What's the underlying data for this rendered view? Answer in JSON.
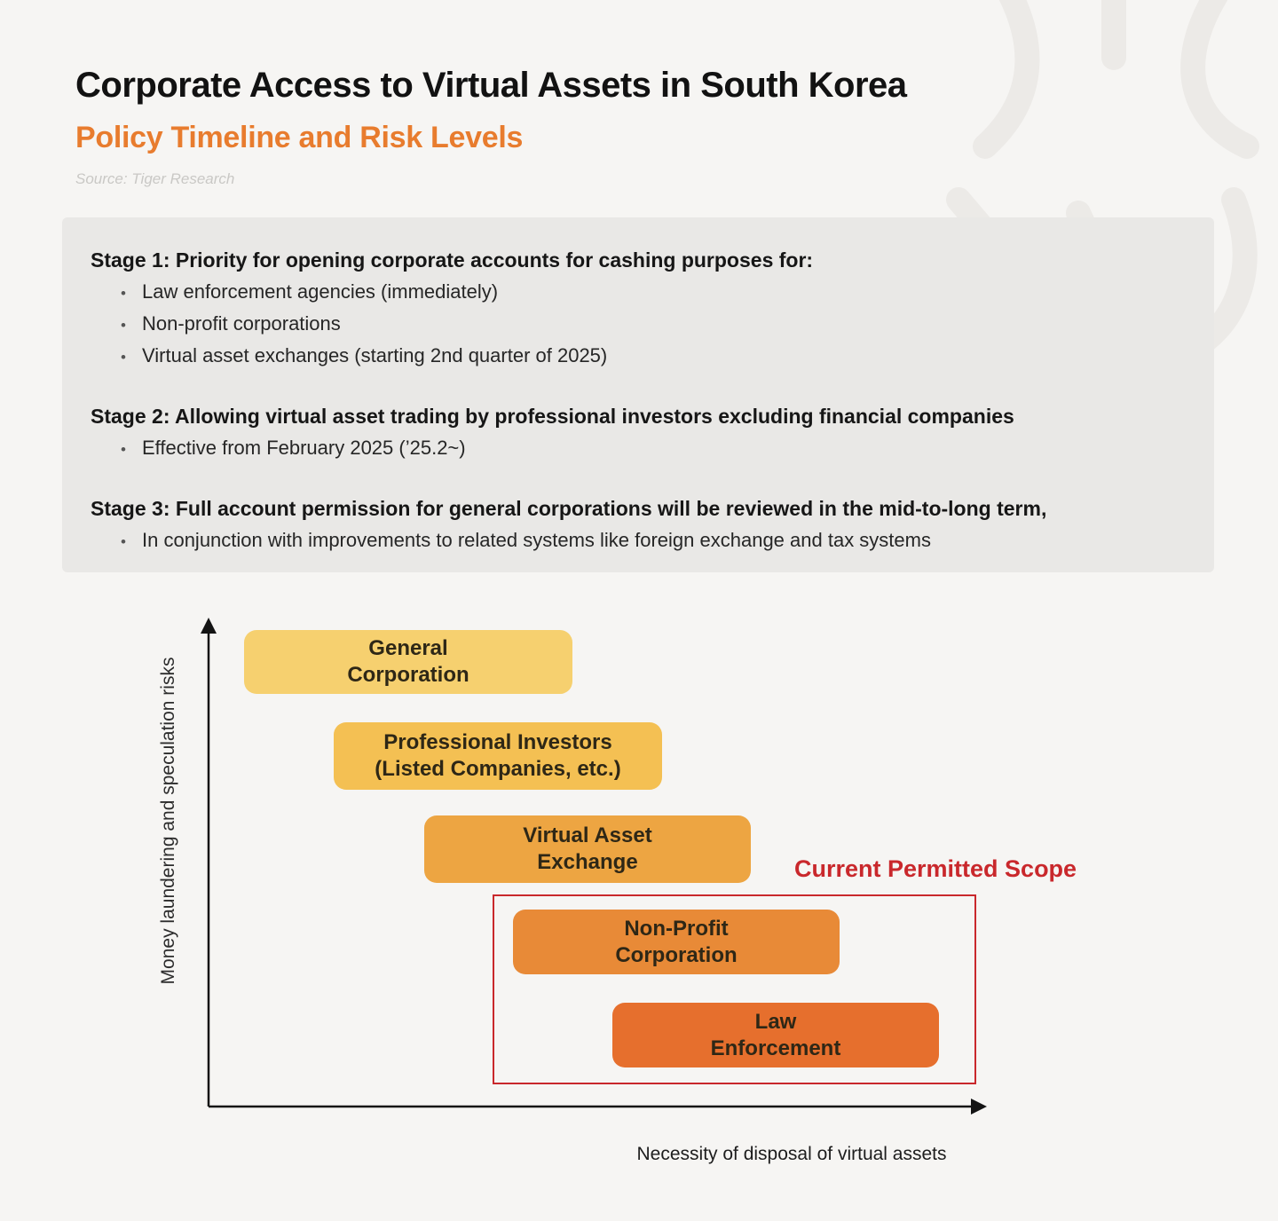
{
  "header": {
    "title": "Corporate Access to Virtual Assets in South Korea",
    "subtitle": "Policy Timeline and Risk Levels",
    "source": "Source: Tiger Research"
  },
  "glyphs": {
    "bullet": "•"
  },
  "colors": {
    "background": "#f6f5f3",
    "panel_gray": "#e9e8e6",
    "subtitle_orange": "#e87c2e",
    "scope_red": "#c9282c"
  },
  "stages": [
    {
      "heading": "Stage 1: Priority for opening corporate accounts for cashing purposes for:",
      "bullets": [
        "Law enforcement agencies (immediately)",
        "Non-profit corporations",
        "Virtual asset exchanges (starting 2nd quarter of 2025)"
      ]
    },
    {
      "heading": "Stage 2: Allowing virtual asset trading by professional investors excluding financial companies",
      "bullets": [
        "Effective from February 2025 (’25.2~)"
      ]
    },
    {
      "heading": "Stage 3: Full account permission for general corporations will be reviewed in the mid-to-long term,",
      "bullets": [
        "In conjunction with improvements to related systems like foreign exchange and tax systems"
      ]
    }
  ],
  "chart_data": {
    "type": "scatter",
    "title": "Corporate access risk positioning",
    "xlabel": "Necessity of disposal of virtual assets",
    "ylabel": "Money laundering and speculation risks",
    "x_range_ordinal": [
      1,
      5
    ],
    "y_range_ordinal": [
      1,
      5
    ],
    "grid": false,
    "annotation": {
      "label": "Current Permitted Scope",
      "includes": [
        "Non-Profit Corporation",
        "Law Enforcement"
      ]
    },
    "points": [
      {
        "label": "General Corporation",
        "lines": [
          "General",
          "Corporation"
        ],
        "necessity_rank": 1,
        "risk_rank": 5,
        "color": "#f6d06f",
        "in_permitted_scope": false
      },
      {
        "label": "Professional Investors (Listed Companies, etc.)",
        "lines": [
          "Professional Investors",
          "(Listed Companies, etc.)"
        ],
        "necessity_rank": 2,
        "risk_rank": 4,
        "color": "#f4c053",
        "in_permitted_scope": false
      },
      {
        "label": "Virtual Asset Exchange",
        "lines": [
          "Virtual Asset",
          "Exchange"
        ],
        "necessity_rank": 3,
        "risk_rank": 3,
        "color": "#eda542",
        "in_permitted_scope": false
      },
      {
        "label": "Non-Profit Corporation",
        "lines": [
          "Non-Profit",
          "Corporation"
        ],
        "necessity_rank": 4,
        "risk_rank": 2,
        "color": "#e88a37",
        "in_permitted_scope": true
      },
      {
        "label": "Law Enforcement",
        "lines": [
          "Law",
          "Enforcement"
        ],
        "necessity_rank": 5,
        "risk_rank": 1,
        "color": "#e66f2d",
        "in_permitted_scope": true
      }
    ]
  }
}
